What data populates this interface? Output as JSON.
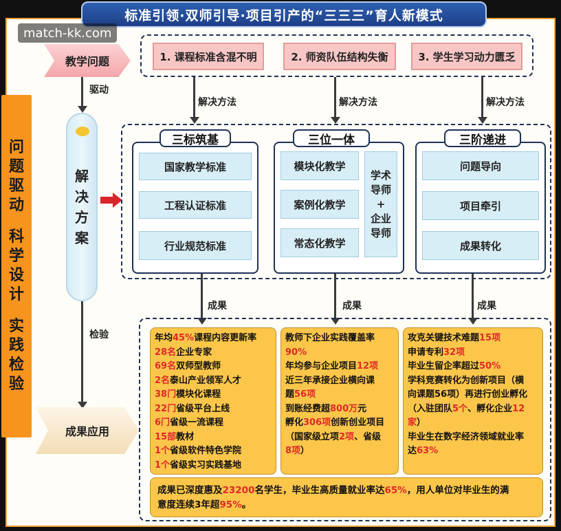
{
  "title": "标准引领·双师引导·项目引产的“三三三”育人新模式",
  "watermark": "match-kk.com",
  "sidebar": {
    "lines": [
      "问",
      "题",
      "驱",
      "动",
      "",
      "科",
      "学",
      "设",
      "计",
      "",
      "实",
      "践",
      "检",
      "验"
    ]
  },
  "left": {
    "problem": "教学问题",
    "drive": "驱动",
    "solution": [
      "解",
      "决",
      "方",
      "案"
    ],
    "check": "检验",
    "application": "成果应用"
  },
  "problems": [
    "1. 课程标准含混不明",
    "2. 师资队伍结构失衡",
    "3. 学生学习动力匮乏"
  ],
  "method_label": "解决方法",
  "result_label": "成果",
  "groups": [
    {
      "title": "三标筑基",
      "items": [
        "国家教学标准",
        "工程认证标准",
        "行业规范标准"
      ]
    },
    {
      "title": "三位一体",
      "items": [
        "模块化教学",
        "案例化教学",
        "常态化教学"
      ],
      "side": [
        "学术",
        "导师",
        "+",
        "企业",
        "导师"
      ]
    },
    {
      "title": "三阶递进",
      "items": [
        "问题导向",
        "项目牵引",
        "成果转化"
      ]
    }
  ],
  "results": {
    "col1": [
      [
        [
          "年均",
          ""
        ],
        [
          "45%",
          "r"
        ],
        [
          "课程内容更新率",
          ""
        ]
      ],
      [
        [
          "28名",
          "r"
        ],
        [
          "企业专家",
          ""
        ]
      ],
      [
        [
          "69名",
          "r"
        ],
        [
          "双师型教师",
          ""
        ]
      ],
      [
        [
          "2名",
          "r"
        ],
        [
          "泰山产业领军人才",
          ""
        ]
      ],
      [
        [
          "38门",
          "r"
        ],
        [
          "模块化课程",
          ""
        ]
      ],
      [
        [
          "22门",
          "r"
        ],
        [
          "省级平台上线",
          ""
        ]
      ],
      [
        [
          "6门",
          "r"
        ],
        [
          "省级一流课程",
          ""
        ]
      ],
      [
        [
          "15部",
          "r"
        ],
        [
          "教材",
          ""
        ]
      ],
      [
        [
          "1个",
          "r"
        ],
        [
          "省级软件特色学院",
          ""
        ]
      ],
      [
        [
          "1个",
          "r"
        ],
        [
          "省级实习实践基地",
          ""
        ]
      ]
    ],
    "col2": [
      [
        [
          "教师下企业实践覆盖率",
          ""
        ]
      ],
      [
        [
          "90%",
          "r"
        ]
      ],
      [
        [
          "年均参与企业项目",
          ""
        ],
        [
          "12项",
          "r"
        ]
      ],
      [
        [
          "近三年承接企业横向课",
          ""
        ]
      ],
      [
        [
          "题",
          ""
        ],
        [
          "56项",
          "r"
        ]
      ],
      [
        [
          "到账经费超",
          ""
        ],
        [
          "800万",
          "r"
        ],
        [
          "元",
          ""
        ]
      ],
      [
        [
          "孵化",
          ""
        ],
        [
          "306项",
          "r"
        ],
        [
          "创新创业项目",
          ""
        ]
      ],
      [
        [
          "（国家级立项",
          ""
        ],
        [
          "2项",
          "r"
        ],
        [
          "、省级",
          ""
        ]
      ],
      [
        [
          "8项",
          "r"
        ],
        [
          "）",
          ""
        ]
      ]
    ],
    "col3": [
      [
        [
          "攻克关键技术难题",
          ""
        ],
        [
          "15项",
          "r"
        ]
      ],
      [
        [
          "申请专利",
          ""
        ],
        [
          "32项",
          "r"
        ]
      ],
      [
        [
          "毕业生留企率超过",
          ""
        ],
        [
          "50%",
          "r"
        ]
      ],
      [
        [
          "学科竞赛转化为创新项目（横",
          ""
        ]
      ],
      [
        [
          "向课题56项）再进行创业孵化",
          ""
        ]
      ],
      [
        [
          "（入驻团队",
          ""
        ],
        [
          "5个",
          "r"
        ],
        [
          "、孵化企业",
          ""
        ],
        [
          "12",
          "r"
        ]
      ],
      [
        [
          "家",
          "r"
        ],
        [
          "）",
          ""
        ]
      ],
      [
        [
          "毕业生在数字经济领域就业率",
          ""
        ]
      ],
      [
        [
          "达",
          ""
        ],
        [
          "63%",
          "r"
        ]
      ]
    ],
    "bottom": [
      [
        [
          "成果已深度惠及",
          ""
        ],
        [
          "23200",
          "r"
        ],
        [
          "名学生，毕业生高质量就业率达",
          ""
        ],
        [
          "65%",
          "r"
        ],
        [
          "，用人单位对毕业生的满",
          ""
        ]
      ],
      [
        [
          "意度连续3年超",
          ""
        ],
        [
          "95%",
          "r"
        ],
        [
          "。",
          ""
        ]
      ]
    ]
  },
  "colors": {
    "accent_blue": "#1d3f87",
    "orange": "#f7941d",
    "result_yellow": "#fcc64a",
    "highlight_red": "#e0282a",
    "problem_pink": "#f9c6c6",
    "item_blue": "#d8eef6"
  }
}
